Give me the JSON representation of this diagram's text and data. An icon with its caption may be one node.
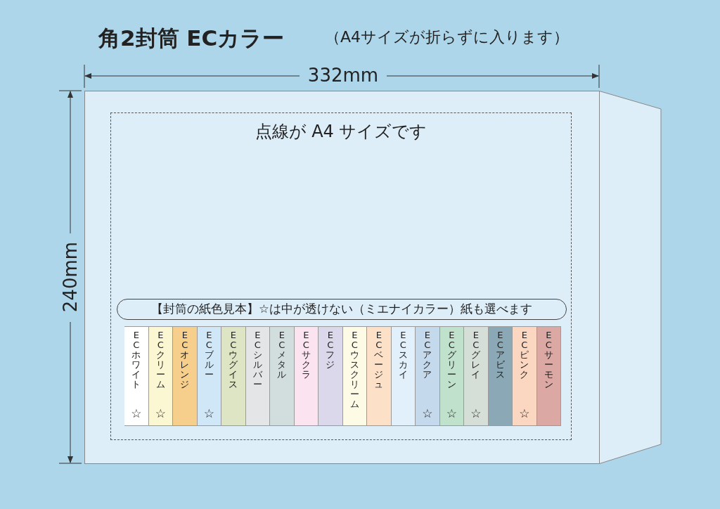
{
  "diagram": {
    "title": "角2封筒 ECカラー",
    "nodes": [
      {
        "text": [],
        "shape": "box"
      },
      {
        "text": [
          "点線が A4 サイズです"
        ],
        "in": 0
      },
      {
        "text": [
          "【封筒の紙色見本】☆は中が透けない（ミエナイカラー）紙も選べます"
        ],
        "in": 1
      },
      {
        "text": [
          "ECホワイト",
          "☆"
        ],
        "in": 1
      },
      {
        "text": [
          "ECクリーム",
          "☆"
        ],
        "in": 1
      },
      {
        "text": [
          "ECオレンジ"
        ],
        "in": 1
      },
      {
        "text": [
          "ECブルー",
          "☆"
        ],
        "in": 1
      },
      {
        "text": [
          "ECウグイス"
        ],
        "in": 1
      },
      {
        "text": [
          "ECシルバー"
        ],
        "in": 1
      },
      {
        "text": [
          "ECメタル"
        ],
        "in": 1
      },
      {
        "text": [
          "ECサクラ"
        ],
        "in": 1
      },
      {
        "text": [
          "ECフジ"
        ],
        "in": 1
      },
      {
        "text": [
          "ECウスクリーム"
        ],
        "in": 1
      },
      {
        "text": [
          "ECベージュ"
        ],
        "in": 1
      },
      {
        "text": [
          "ECスカイ"
        ],
        "in": 1
      },
      {
        "text": [
          "ECアクア",
          "☆"
        ],
        "in": 1
      },
      {
        "text": [
          "ECグリーン",
          "☆"
        ],
        "in": 1
      },
      {
        "text": [
          "ECグレイ",
          "☆"
        ],
        "in": 1
      },
      {
        "text": [
          "ECアビス"
        ],
        "in": 1
      },
      {
        "text": [
          "ECピンク",
          "☆"
        ],
        "in": 1
      },
      {
        "text": [
          "ECサーモン"
        ],
        "in": 1
      },
      {
        "text": [],
        "shape": "trapezoid"
      }
    ],
    "labels": [
      "（A4サイズが折らずに入ります）",
      "332mm",
      "240mm"
    ]
  }
}
